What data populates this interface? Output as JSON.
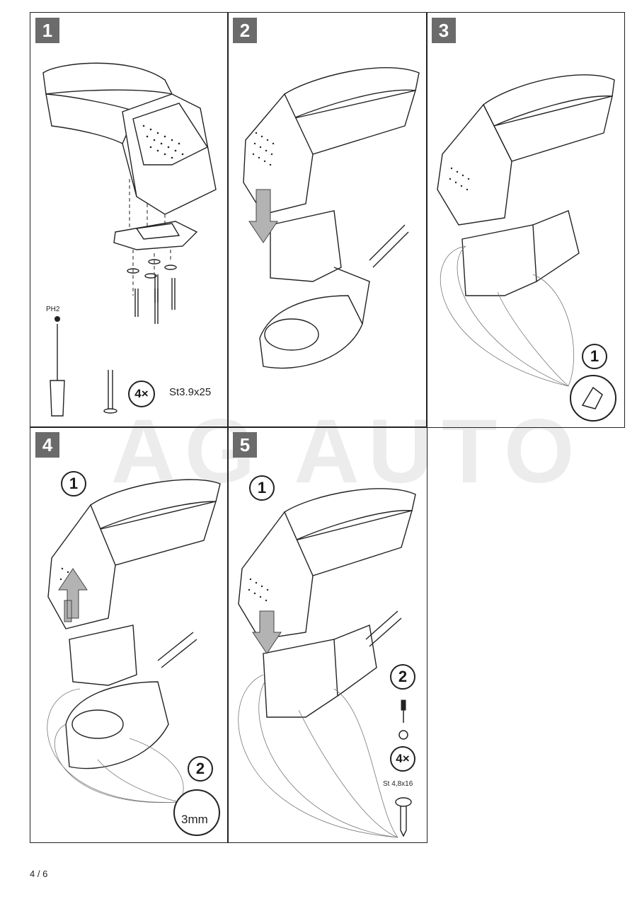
{
  "watermark": "AG AUTO",
  "steps": [
    {
      "number": "1",
      "tool_label": "PH2",
      "qty": "4×",
      "screw_spec": "St3.9x25"
    },
    {
      "number": "2"
    },
    {
      "number": "3",
      "callout": "1"
    },
    {
      "number": "4",
      "callout_1": "1",
      "callout_2": "2",
      "drill_size": "3mm"
    },
    {
      "number": "5",
      "callout_1": "1",
      "callout_2": "2",
      "qty": "4×",
      "screw_spec": "St 4,8x16"
    }
  ],
  "page_number": "4 / 6",
  "colors": {
    "panel_border": "#222222",
    "step_badge": "#6b6b6b",
    "arrow_fill": "#b3b3b3"
  }
}
